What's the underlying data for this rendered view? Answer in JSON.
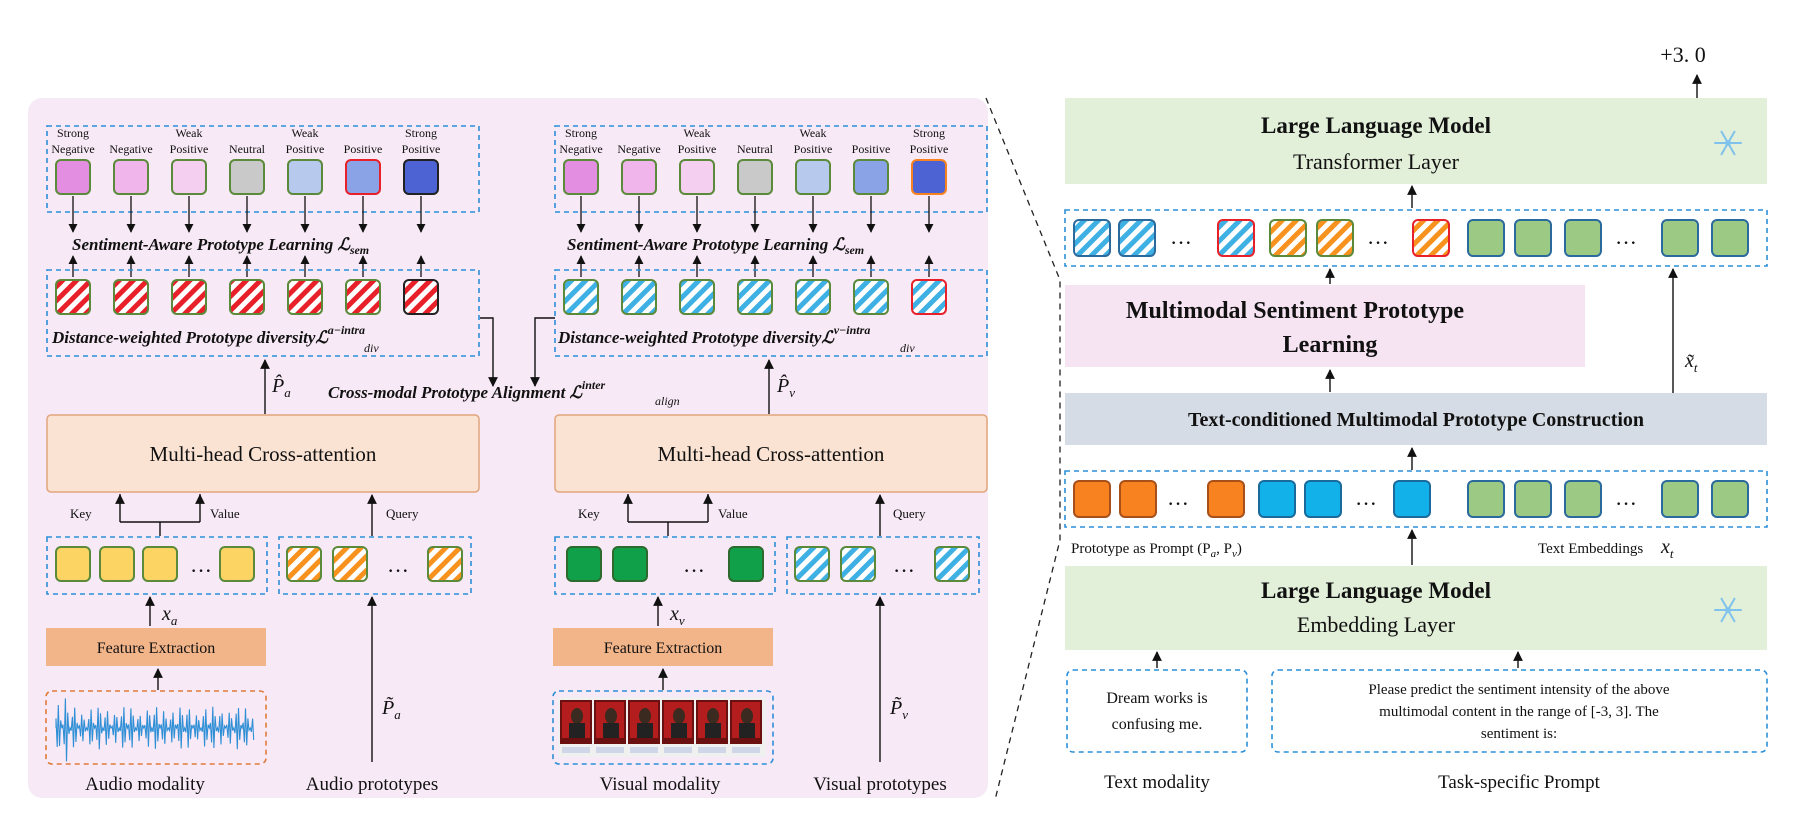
{
  "output_value": "+3. 0",
  "left_panel": {
    "sentiment_classes": [
      "Strong Negative",
      "Negative",
      "Weak Positive",
      "Neutral",
      "Weak Positive",
      "Positive",
      "Strong Positive"
    ],
    "sem_learning": "Sentiment-Aware Prototype Learning",
    "sem_loss": "ℒ",
    "sem_loss_sub": "sem",
    "diversity_label": "Distance-weighted Prototype diversity",
    "div_loss": "ℒ",
    "div_sub": "div",
    "div_sup_audio": "a−intra",
    "div_sup_visual": "v−intra",
    "cross_modal_label": "Cross-modal Prototype Alignment",
    "align_loss": "ℒ",
    "align_sup": "inter",
    "align_sub": "align",
    "p_audio": "P̂",
    "p_audio_sub": "a",
    "p_visual": "P̂",
    "p_visual_sub": "v",
    "mhca_label": "Multi-head Cross-attention",
    "key_label": "Key",
    "value_label": "Value",
    "query_label": "Query",
    "x_audio": "x",
    "x_audio_sub": "a",
    "x_visual": "x",
    "x_visual_sub": "v",
    "feature_extraction": "Feature Extraction",
    "p_tilde": "P̃",
    "audio_modality": "Audio modality",
    "audio_prototypes": "Audio prototypes",
    "visual_modality": "Visual modality",
    "visual_prototypes": "Visual prototypes",
    "ellipsis": "···"
  },
  "right_panel": {
    "llm_top_title": "Large Language Model",
    "llm_top_sub": "Transformer Layer",
    "msp_title_1": "Multimodal  Sentiment  Prototype",
    "msp_title_2": "Learning",
    "x_tilde": "x̃",
    "x_tilde_sub": "t",
    "tcmpc": "Text-conditioned Multimodal Prototype Construction",
    "prototype_prompt": "Prototype as Prompt (P",
    "prototype_prompt_a": "a",
    "prototype_prompt_mid": ", P",
    "prototype_prompt_v": "v",
    "prototype_prompt_end": ")",
    "text_embeddings": "Text Embeddings",
    "x_t": "x",
    "x_t_sub": "t",
    "llm_bottom_title": "Large Language Model",
    "llm_bottom_sub": "Embedding Layer",
    "text_input_1": "Dream works is",
    "text_input_2": "confusing me.",
    "prompt_1": "Please predict the sentiment intensity of the above",
    "prompt_2": "multimodal  content in the range of [-3, 3]. The",
    "prompt_3": "sentiment is:",
    "text_modality": "Text modality",
    "task_prompt": "Task-specific Prompt",
    "ellipsis": "···"
  },
  "colors": {
    "panel_bg": "#f7e9f5",
    "box_fill": "#fbe3d4",
    "box_stroke": "#e2a57c",
    "dashed_blue": "#2b8fd8",
    "llm_fill": "#e2efd9",
    "msp_fill": "#f6e4f2",
    "tcmpc_fill": "#d6dce5",
    "feature_fill": "#f2b489",
    "audio_token": "#fcd463",
    "visual_token": "#10a04a",
    "orange_token": "#f7821f",
    "blue_token": "#12b1ea",
    "green_token": "#9cca85",
    "red_hatch": "#e8202a",
    "blue_hatch": "#3fb0e4",
    "orange_hatch": "#f7921f",
    "proto_colors": [
      "#e38ee0",
      "#f0b6ec",
      "#f4cff0",
      "#c9c9c9",
      "#b8c9ee",
      "#8aa3e6",
      "#4d63d4"
    ]
  },
  "icons": [
    "snowflake-icon",
    "audio-waveform-icon",
    "video-frames-icon"
  ]
}
